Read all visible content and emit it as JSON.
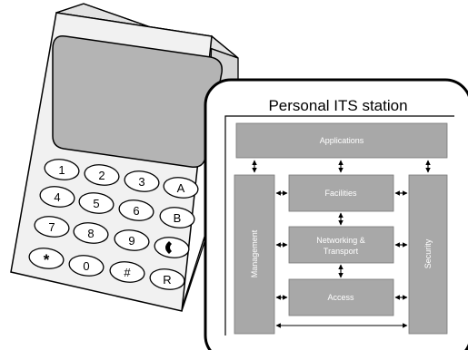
{
  "device": {
    "keys": [
      [
        "1",
        "2",
        "3",
        "A"
      ],
      [
        "4",
        "5",
        "6",
        "B"
      ],
      [
        "7",
        "8",
        "9",
        ""
      ],
      [
        "*",
        "0",
        "#",
        "R"
      ]
    ]
  },
  "station": {
    "title": "Personal ITS station",
    "layers": {
      "applications": "Applications",
      "facilities": "Facilities",
      "networking_line1": "Networking &",
      "networking_line2": "Transport",
      "access": "Access",
      "management": "Management",
      "security": "Security"
    }
  },
  "colors": {
    "layer_fill": "#a8a8a8",
    "device_body": "#f0f0f0",
    "screen": "#b4b4b4"
  }
}
